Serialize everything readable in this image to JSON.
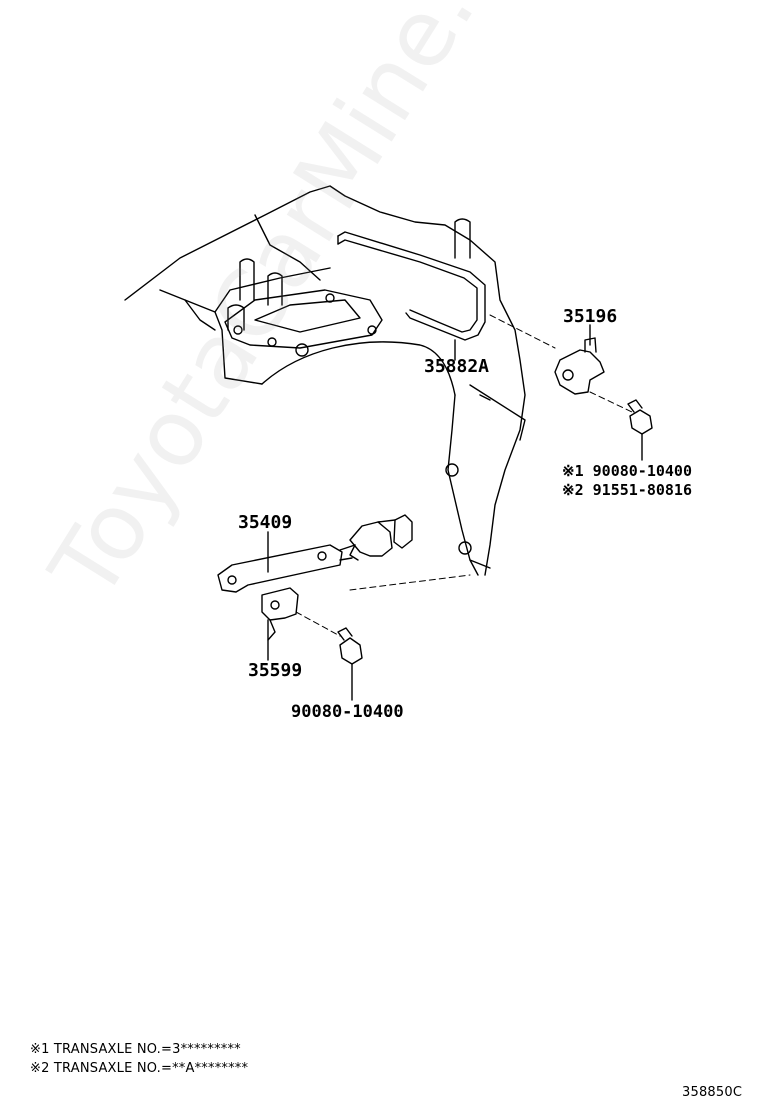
{
  "parts": {
    "p35196": "35196",
    "p35882a": "35882A",
    "p35409": "35409",
    "p35599": "35599",
    "bolt_a": "90080-10400"
  },
  "refs": {
    "r1": "※1 90080-10400",
    "r2": "※2 91551-80816"
  },
  "notes": {
    "n1": "※1 TRANSAXLE NO.=3*********",
    "n2": "※2 TRANSAXLE NO.=**A********"
  },
  "diagram_code": "358850C",
  "watermark": "ToyotaCarMine.ru"
}
